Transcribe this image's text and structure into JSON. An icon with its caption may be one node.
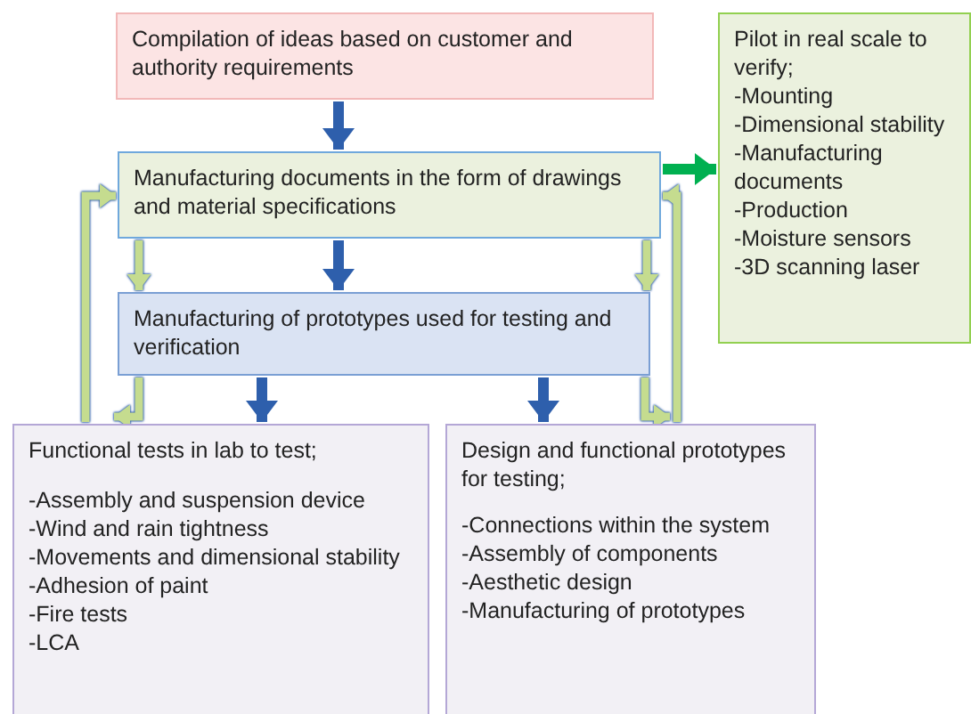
{
  "diagram": {
    "nodes": [
      {
        "text": [
          "Compilation of ideas based on customer and authority requirements"
        ]
      },
      {
        "text": [
          "Manufacturing documents in the form of drawings and material specifications"
        ]
      },
      {
        "text": [
          "Manufacturing of prototypes used for testing and verification"
        ]
      },
      {
        "text": [
          "Functional tests in lab to test;",
          "-Assembly and suspension device",
          "-Wind and rain tightness",
          "-Movements and dimensional stability",
          "-Adhesion of paint",
          "-Fire tests",
          "-LCA"
        ]
      },
      {
        "text": [
          "Design and functional prototypes for testing;",
          "-Connections within the system",
          "-Assembly of components",
          "-Aesthetic design",
          "-Manufacturing of prototypes"
        ]
      },
      {
        "text": [
          "Pilot in real scale to verify;",
          "-Mounting",
          "-Dimensional stability",
          "-Manufacturing documents",
          "-Production",
          "-Moisture sensors",
          "-3D scanning laser"
        ]
      }
    ],
    "edges": [
      {
        "from": 0,
        "to": 1,
        "arrow": "to",
        "color": "#2e5fac"
      },
      {
        "from": 1,
        "to": 5,
        "arrow": "to",
        "color": "#00b050"
      },
      {
        "from": 1,
        "to": 2,
        "arrow": "to"
      },
      {
        "from": 1,
        "to": 2,
        "arrow": "to",
        "color": "#2e5fac"
      },
      {
        "from": 1,
        "to": 2,
        "arrow": "to"
      },
      {
        "from": 2,
        "to": 3,
        "arrow": "to"
      },
      {
        "from": 2,
        "to": 3,
        "arrow": "to",
        "color": "#2e5fac"
      },
      {
        "from": 2,
        "to": 4,
        "arrow": "to",
        "color": "#2e5fac"
      },
      {
        "from": 2,
        "to": 4,
        "arrow": "to"
      },
      {
        "from": 3,
        "to": 1,
        "arrow": "to"
      },
      {
        "from": 4,
        "to": 1,
        "arrow": "to"
      }
    ]
  }
}
